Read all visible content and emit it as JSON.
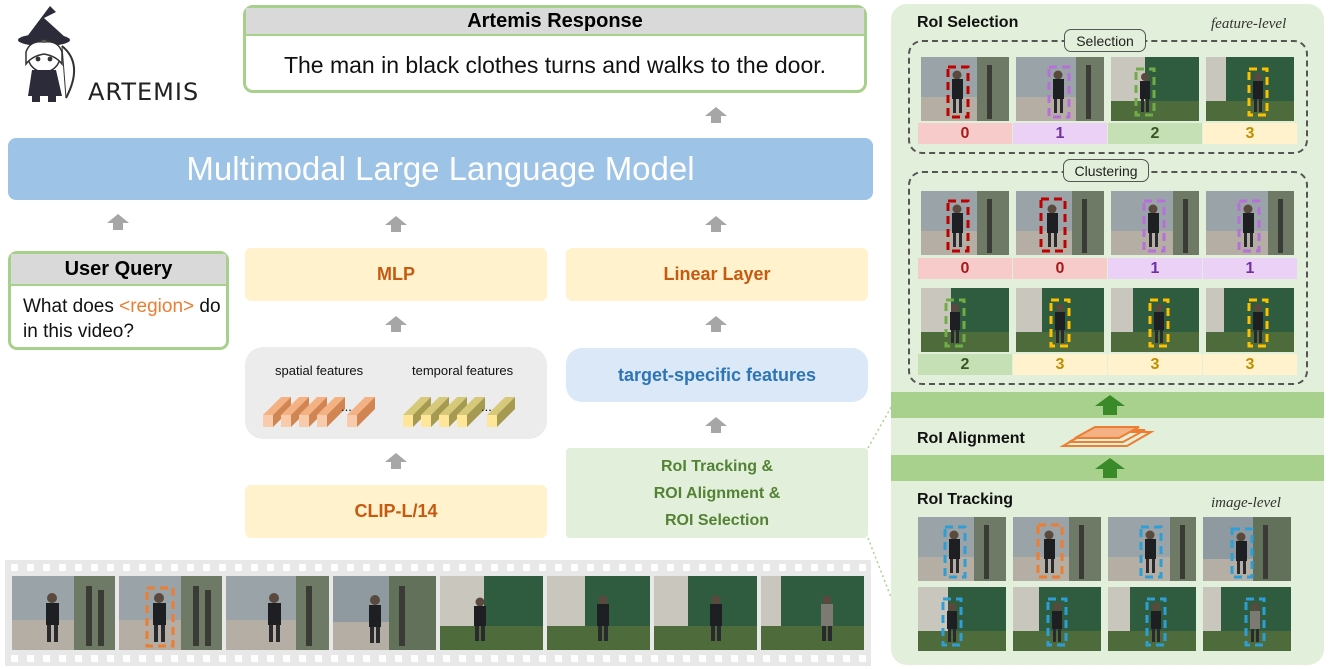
{
  "logo": {
    "text": "ARTEMIS"
  },
  "response": {
    "title": "Artemis Response",
    "text": "The man in black clothes turns and walks to the door."
  },
  "llm": {
    "label": "Multimodal Large Language Model"
  },
  "user_query": {
    "title": "User Query",
    "text_before": "What does ",
    "region": "<region>",
    "text_after": " do in this video?"
  },
  "mlp": {
    "label": "MLP"
  },
  "linear": {
    "label": "Linear Layer"
  },
  "features": {
    "spatial": "spatial features",
    "temporal": "temporal features",
    "ellipsis": "..."
  },
  "clip": {
    "label": "CLIP-L/14"
  },
  "target_features": {
    "label": "target-specific features"
  },
  "roi_box": {
    "line1": "RoI Tracking &",
    "line2": "ROI Alignment &",
    "line3": "ROI Selection"
  },
  "panel": {
    "roi_selection": "RoI Selection",
    "feature_level": "feature-level",
    "selection": "Selection",
    "clustering": "Clustering",
    "roi_alignment": "RoI Alignment",
    "roi_tracking": "RoI Tracking",
    "image_level": "image-level",
    "selection_labels": [
      "0",
      "1",
      "2",
      "3"
    ],
    "clustering_labels_row1": [
      "0",
      "0",
      "1",
      "1"
    ],
    "clustering_labels_row2": [
      "2",
      "3",
      "3",
      "3"
    ]
  },
  "colors": {
    "label_0_bg": "#f8cbcb",
    "label_0_fg": "#a61c1c",
    "label_1_bg": "#ead1f5",
    "label_1_fg": "#7030a0",
    "label_2_bg": "#c5e0b4",
    "label_2_fg": "#375623",
    "label_3_bg": "#fff2cc",
    "label_3_fg": "#bf8f00"
  }
}
